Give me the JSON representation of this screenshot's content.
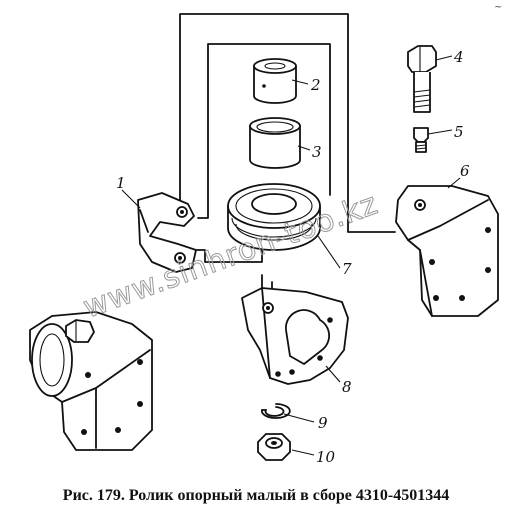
{
  "callouts": [
    "1",
    "2",
    "3",
    "4",
    "5",
    "6",
    "7",
    "8",
    "9",
    "10"
  ],
  "watermark": "www.sinhron-too.kz",
  "caption": "Рис. 179. Ролик опорный малый в сборе 4310-4501344",
  "corner_mark": "~"
}
